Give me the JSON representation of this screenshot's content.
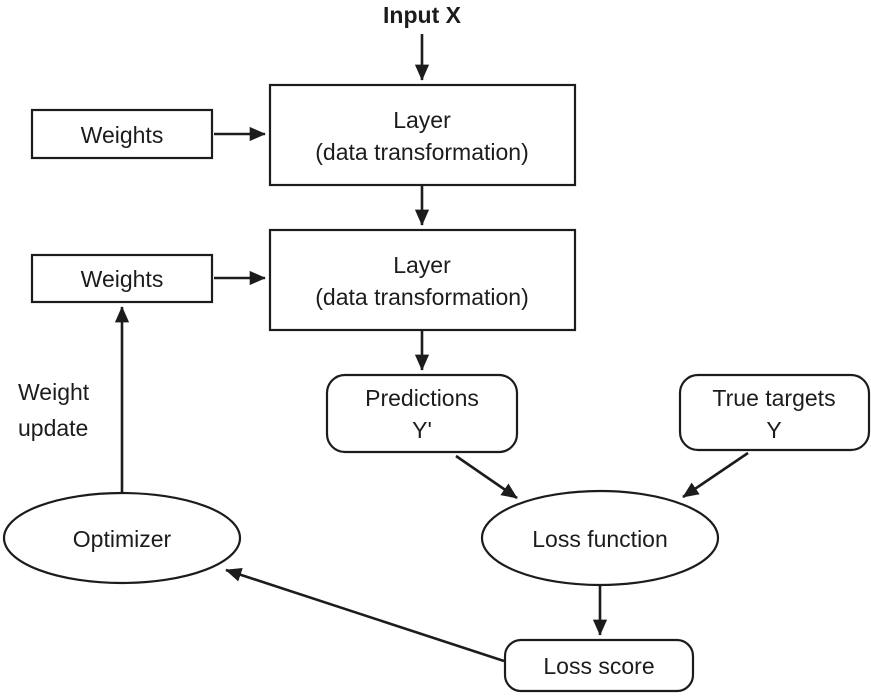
{
  "diagram": {
    "input": {
      "label": "Input X"
    },
    "weights1": {
      "label": "Weights"
    },
    "layer1": {
      "title": "Layer",
      "subtitle": "(data transformation)"
    },
    "weights2": {
      "label": "Weights"
    },
    "layer2": {
      "title": "Layer",
      "subtitle": "(data transformation)"
    },
    "predictions": {
      "title": "Predictions",
      "subtitle": "Y'"
    },
    "true_targets": {
      "title": "True targets",
      "subtitle": "Y"
    },
    "loss_function": {
      "label": "Loss function"
    },
    "loss_score": {
      "label": "Loss score"
    },
    "optimizer": {
      "label": "Optimizer"
    },
    "weight_update": {
      "line1": "Weight",
      "line2": "update"
    }
  },
  "colors": {
    "stroke": "#1c1c1c",
    "text": "#1c1c1c",
    "background": "#ffffff"
  }
}
